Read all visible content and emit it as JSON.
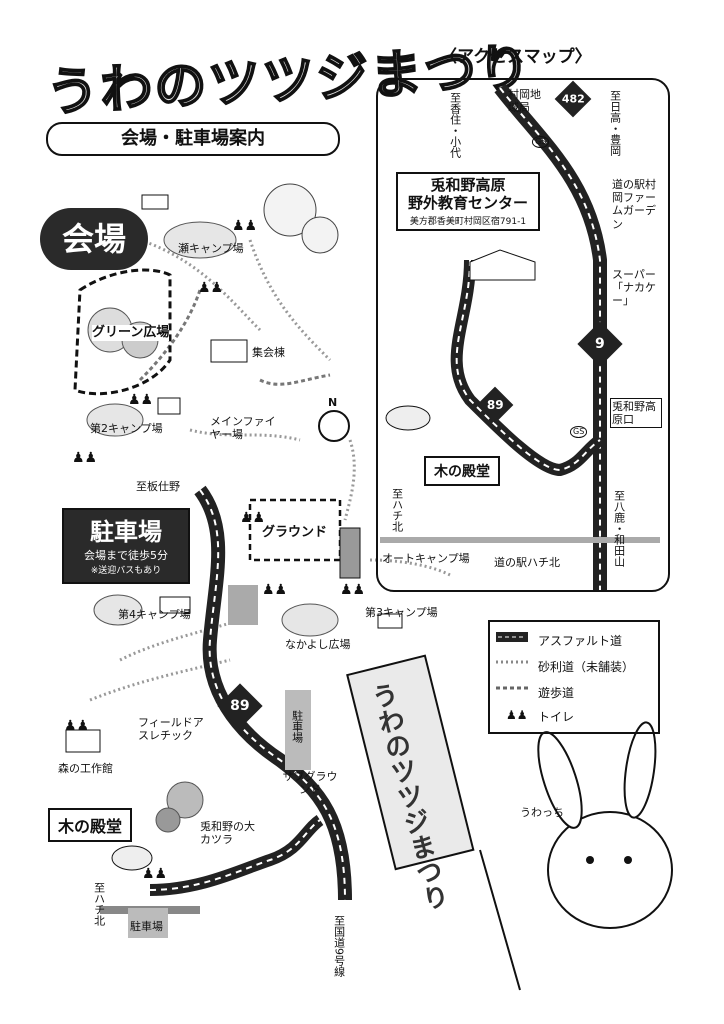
{
  "title": "うわのツツジまつり",
  "guide_heading": "会場・駐車場案内",
  "venue_bubble": "会場",
  "main_map": {
    "labels": {
      "seze_camp": "瀬キャンプ場",
      "green_plaza": "グリーン広場",
      "assembly_hall": "集会棟",
      "camp2": "第2キャンプ場",
      "main_fire": "メインファイヤー場",
      "to_itanisen": "至板仕野",
      "ground": "グラウンド",
      "auto_camp": "オートキャンプ場",
      "camp4": "第4キャンプ場",
      "camp3": "第3キャンプ場",
      "nakayoshi": "なかよし広場",
      "route89": "89",
      "field_athletic": "フィールドアスレチック",
      "parking_vertical": "駐車場",
      "sub_ground": "サブグラウンド",
      "forest_workshop": "森の工作館",
      "katsura": "兎和野の大カツラ",
      "ki_no_dendo": "木の殿堂",
      "to_hachikita": "至ハチ北",
      "to_route9": "至国道9号線",
      "parking_bottom": "駐車場"
    },
    "parking": {
      "title": "駐車場",
      "walk": "会場まで徒歩5分",
      "bus": "※送迎バスもあり"
    },
    "compass": "N"
  },
  "access_map": {
    "title": "〈アクセスマップ〉",
    "center": {
      "name1": "兎和野高原",
      "name2": "野外教育センター",
      "address": "美方郡香美町村岡区宿791-1"
    },
    "labels": {
      "to_kasumi": "至香住・小代",
      "post_office": "村岡地域局",
      "route482": "482",
      "to_hidaka": "至日高・豊岡",
      "roadside_station": "道の駅村岡ファームガーデン",
      "supermarket": "スーパー「ナカケー」",
      "route9": "9",
      "route89": "89",
      "entrance": "兎和野高原口",
      "ki_no_dendo": "木の殿堂",
      "to_hachikita": "至ハチ北",
      "to_hachika": "至八鹿・和田山",
      "station_hachikita": "道の駅ハチ北",
      "gs1": "GS",
      "gs2": "GS"
    }
  },
  "legend": {
    "items": [
      {
        "label": "アスファルト道",
        "icon": "asphalt-road"
      },
      {
        "label": "砂利道（未舗装）",
        "icon": "gravel-road"
      },
      {
        "label": "遊歩道",
        "icon": "walking-path"
      },
      {
        "label": "トイレ",
        "icon": "toilet-icon"
      }
    ]
  },
  "banner_text": "うわのツツジまつり",
  "mascot_name": "うわっち",
  "colors": {
    "dark": "#222222",
    "grey": "#bbbbbb",
    "light": "#e6e6e6"
  }
}
